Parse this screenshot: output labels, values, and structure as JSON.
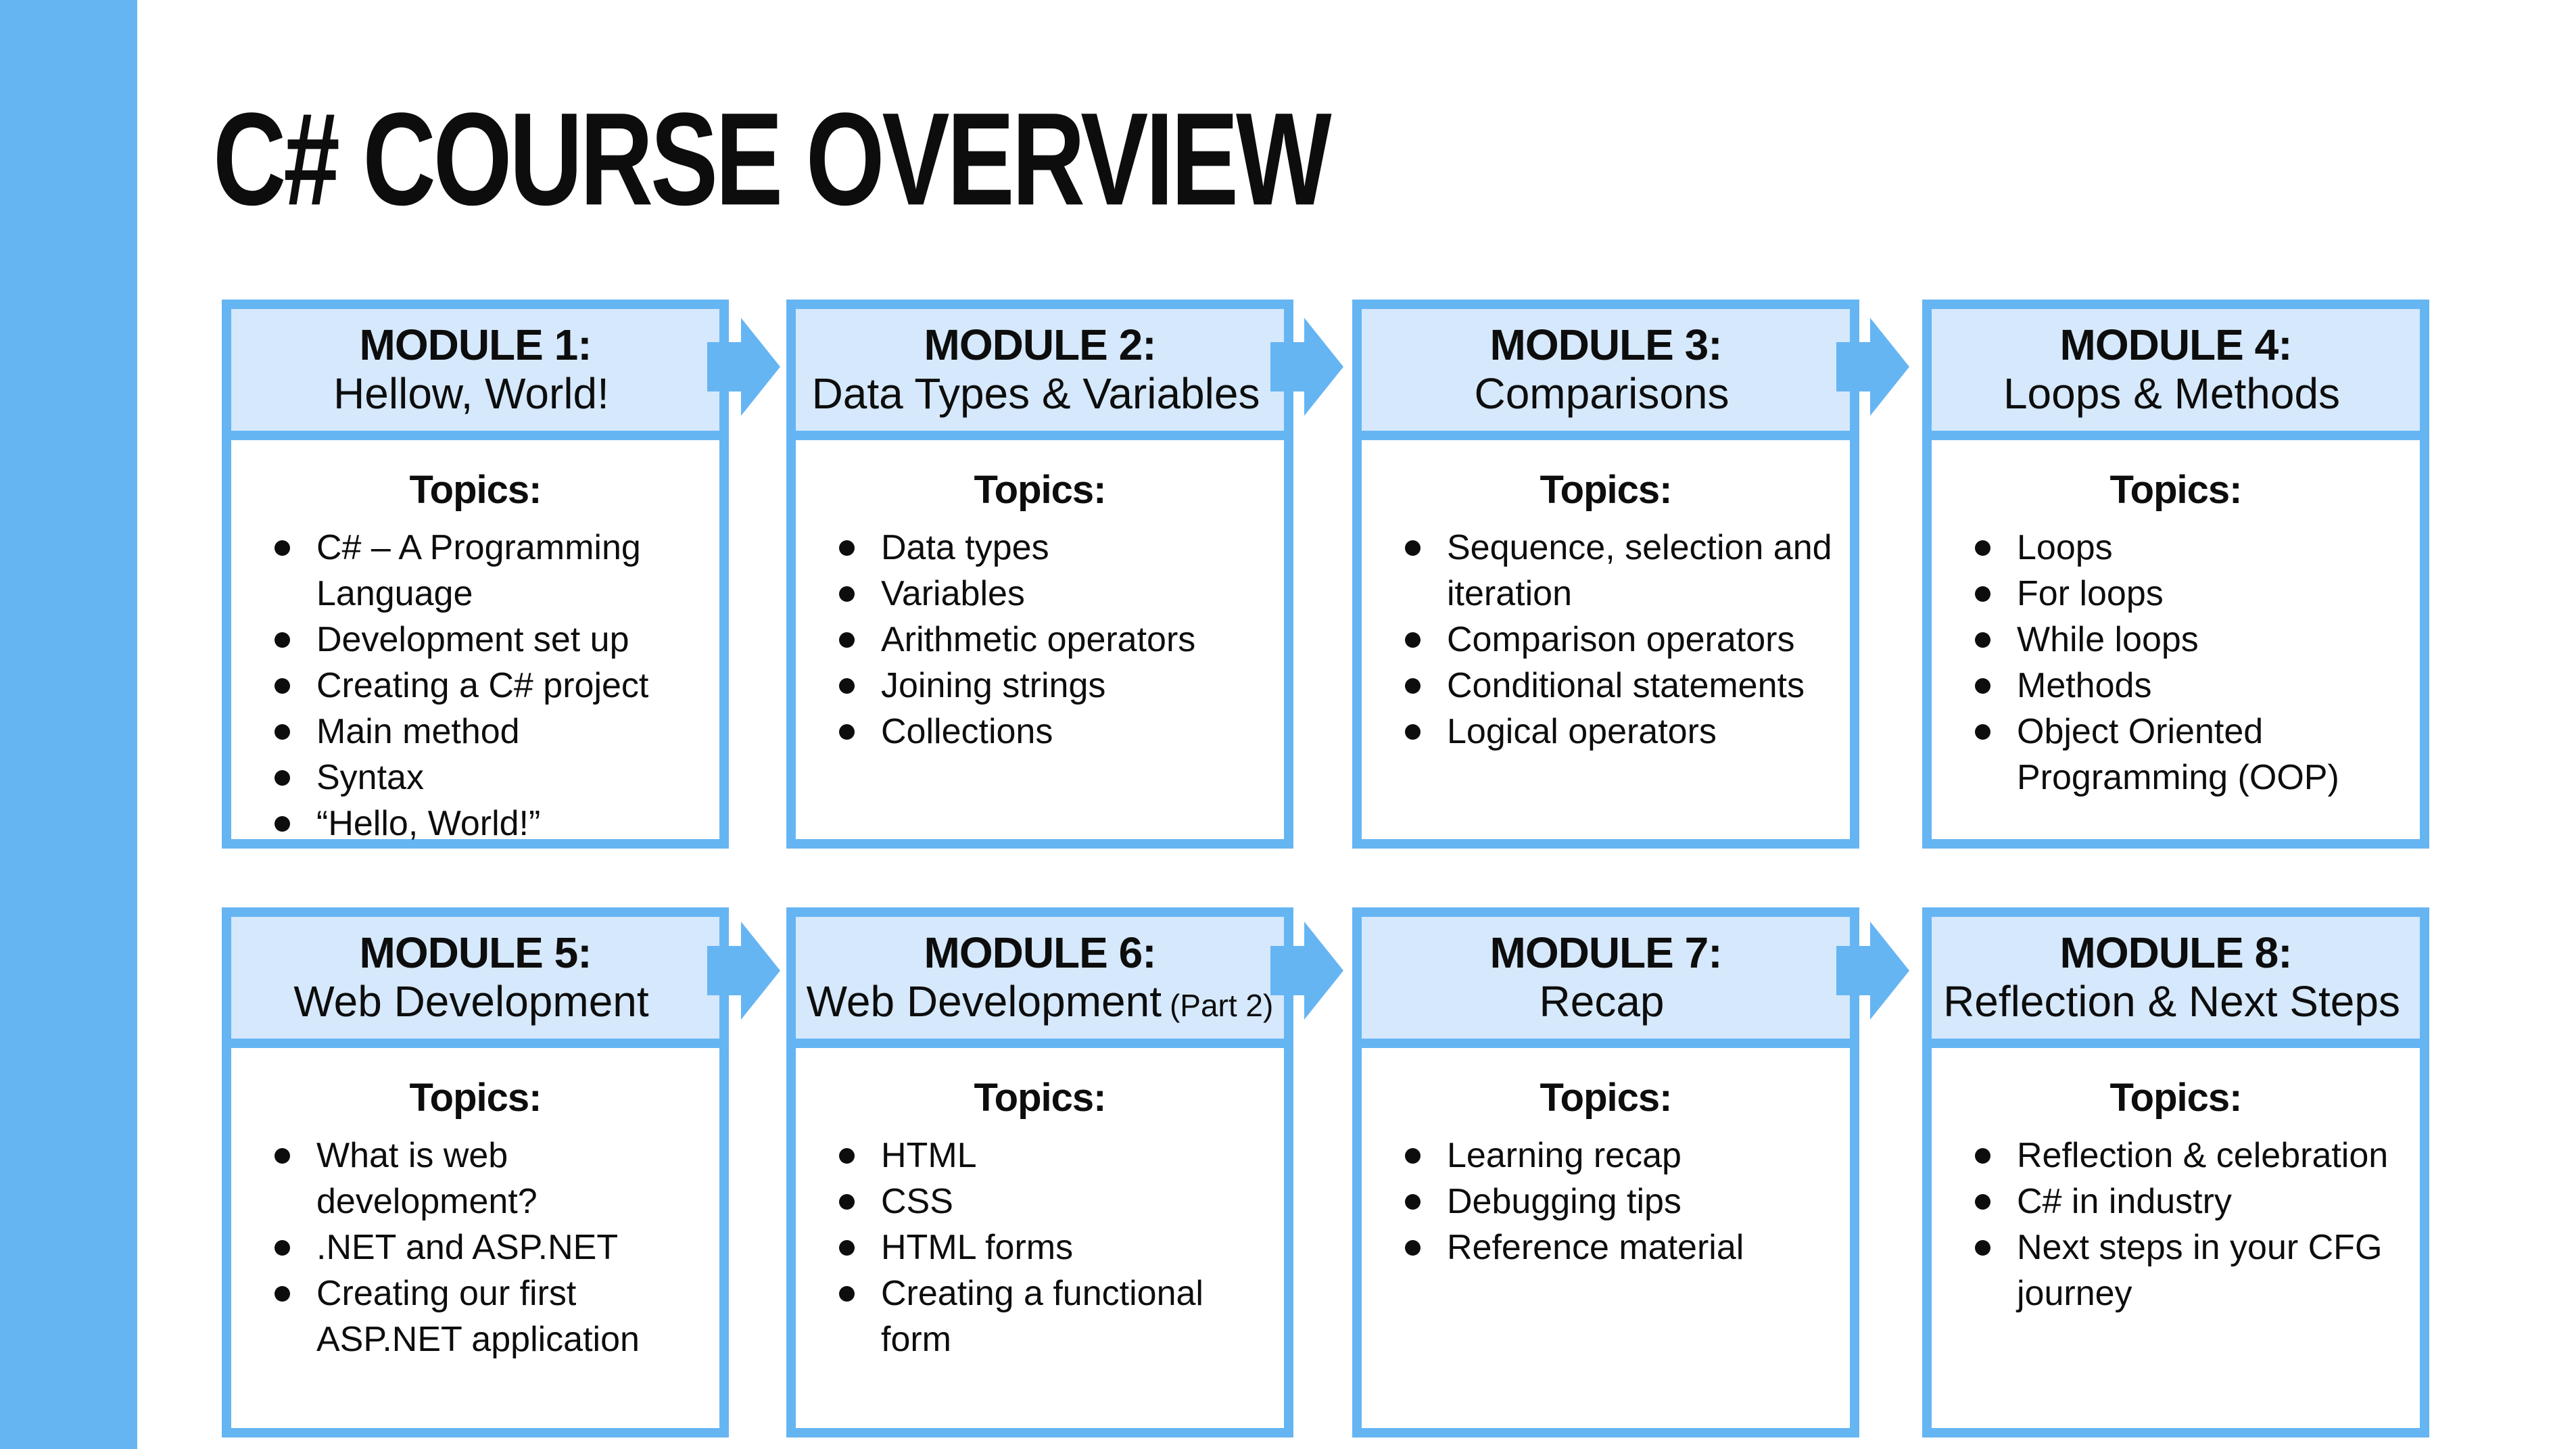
{
  "page": {
    "title": "C# COURSE OVERVIEW"
  },
  "topics_label": "Topics:",
  "colors": {
    "accent": "#66b5f3",
    "header_fill": "#d5e8fc",
    "text": "#0d0d0d",
    "background": "#ffffff"
  },
  "modules": [
    {
      "label": "MODULE 1:",
      "subtitle": "Hellow, World!",
      "subtitle_suffix": "",
      "topics": [
        "C# – A Programming Language",
        "Development set up",
        "Creating a C# project",
        "Main method",
        "Syntax",
        "“Hello, World!”"
      ]
    },
    {
      "label": "MODULE 2:",
      "subtitle": "Data Types & Variables",
      "subtitle_suffix": "",
      "topics": [
        "Data types",
        "Variables",
        "Arithmetic operators",
        "Joining strings",
        "Collections"
      ]
    },
    {
      "label": "MODULE 3:",
      "subtitle": "Comparisons",
      "subtitle_suffix": "",
      "topics": [
        "Sequence, selection and iteration",
        "Comparison operators",
        "Conditional statements",
        "Logical operators"
      ]
    },
    {
      "label": "MODULE 4:",
      "subtitle": "Loops & Methods",
      "subtitle_suffix": "",
      "topics": [
        "Loops",
        "For loops",
        "While loops",
        "Methods",
        "Object Oriented Programming (OOP)"
      ]
    },
    {
      "label": "MODULE 5:",
      "subtitle": "Web Development",
      "subtitle_suffix": "",
      "topics": [
        "What is web development?",
        ".NET and ASP.NET",
        "Creating our first ASP.NET application"
      ]
    },
    {
      "label": "MODULE 6:",
      "subtitle": "Web Development",
      "subtitle_suffix": "(Part 2)",
      "topics": [
        "HTML",
        "CSS",
        "HTML forms",
        "Creating a functional form"
      ]
    },
    {
      "label": "MODULE 7:",
      "subtitle": "Recap",
      "subtitle_suffix": "",
      "topics": [
        "Learning recap",
        "Debugging tips",
        "Reference material"
      ]
    },
    {
      "label": "MODULE 8:",
      "subtitle": "Reflection & Next Steps",
      "subtitle_suffix": "",
      "topics": [
        "Reflection & celebration",
        "C# in industry",
        "Next steps in your CFG journey"
      ]
    }
  ]
}
